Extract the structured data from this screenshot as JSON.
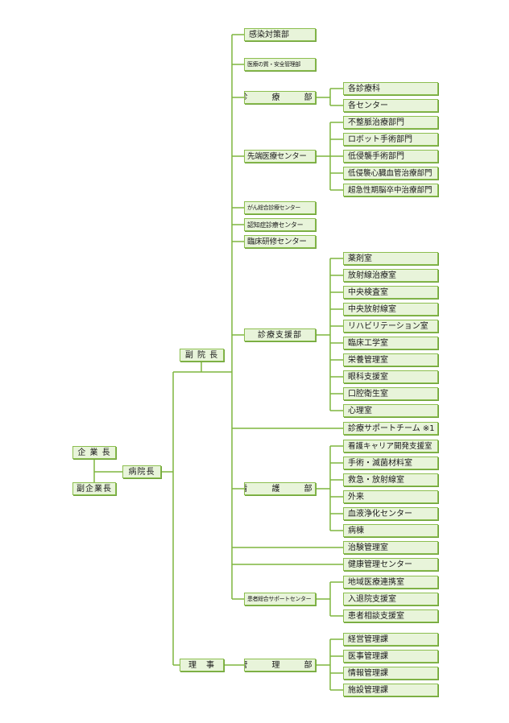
{
  "leaders": {
    "president": "企 業 長",
    "vice_president": "副企業長",
    "director": "病院長"
  },
  "vice_director": "副 院 長",
  "director_board": "理　事",
  "upper_units": {
    "infection": "感染対策部",
    "quality_safety": "医療の質・安全管理部",
    "clinical": {
      "name": "診　療　部",
      "children": [
        "各診療科",
        "各センター"
      ]
    },
    "advanced": {
      "name": "先端医療センター",
      "children": [
        "不整脈治療部門",
        "ロボット手術部門",
        "低侵襲手術部門",
        "低侵襲心臓血管治療部門",
        "超急性期脳卒中治療部門"
      ]
    },
    "cancer": "がん総合診療センター",
    "dementia": "認知症診療センター",
    "training": "臨床研修センター",
    "support": {
      "name": "診療支援部",
      "children": [
        "薬剤室",
        "放射線治療室",
        "中央検査室",
        "中央放射線室",
        "リハビリテーション室",
        "臨床工学室",
        "栄養管理室",
        "眼科支援室",
        "口腔衛生室",
        "心理室"
      ]
    },
    "clinical_support_team": "診療サポートチーム ※1",
    "nursing": {
      "name": "看　護　部",
      "children": [
        "看護キャリア開発支援室",
        "手術・滅菌材料室",
        "救急・放射線室",
        "外来",
        "血液浄化センター",
        "病棟"
      ]
    },
    "trial": "治験管理室",
    "health": "健康管理センター",
    "patient": {
      "name": "患者総合サポートセンター",
      "children": [
        "地域医療連携室",
        "入退院支援室",
        "患者相談支援室"
      ]
    }
  },
  "admin": {
    "name": "管　理　部",
    "children": [
      "経営管理課",
      "医事管理課",
      "情報管理課",
      "施設管理課"
    ]
  },
  "colors": {
    "line": "#7fb53f",
    "box_fill": "#e8f4da",
    "box_border": "#8cbe4f"
  }
}
